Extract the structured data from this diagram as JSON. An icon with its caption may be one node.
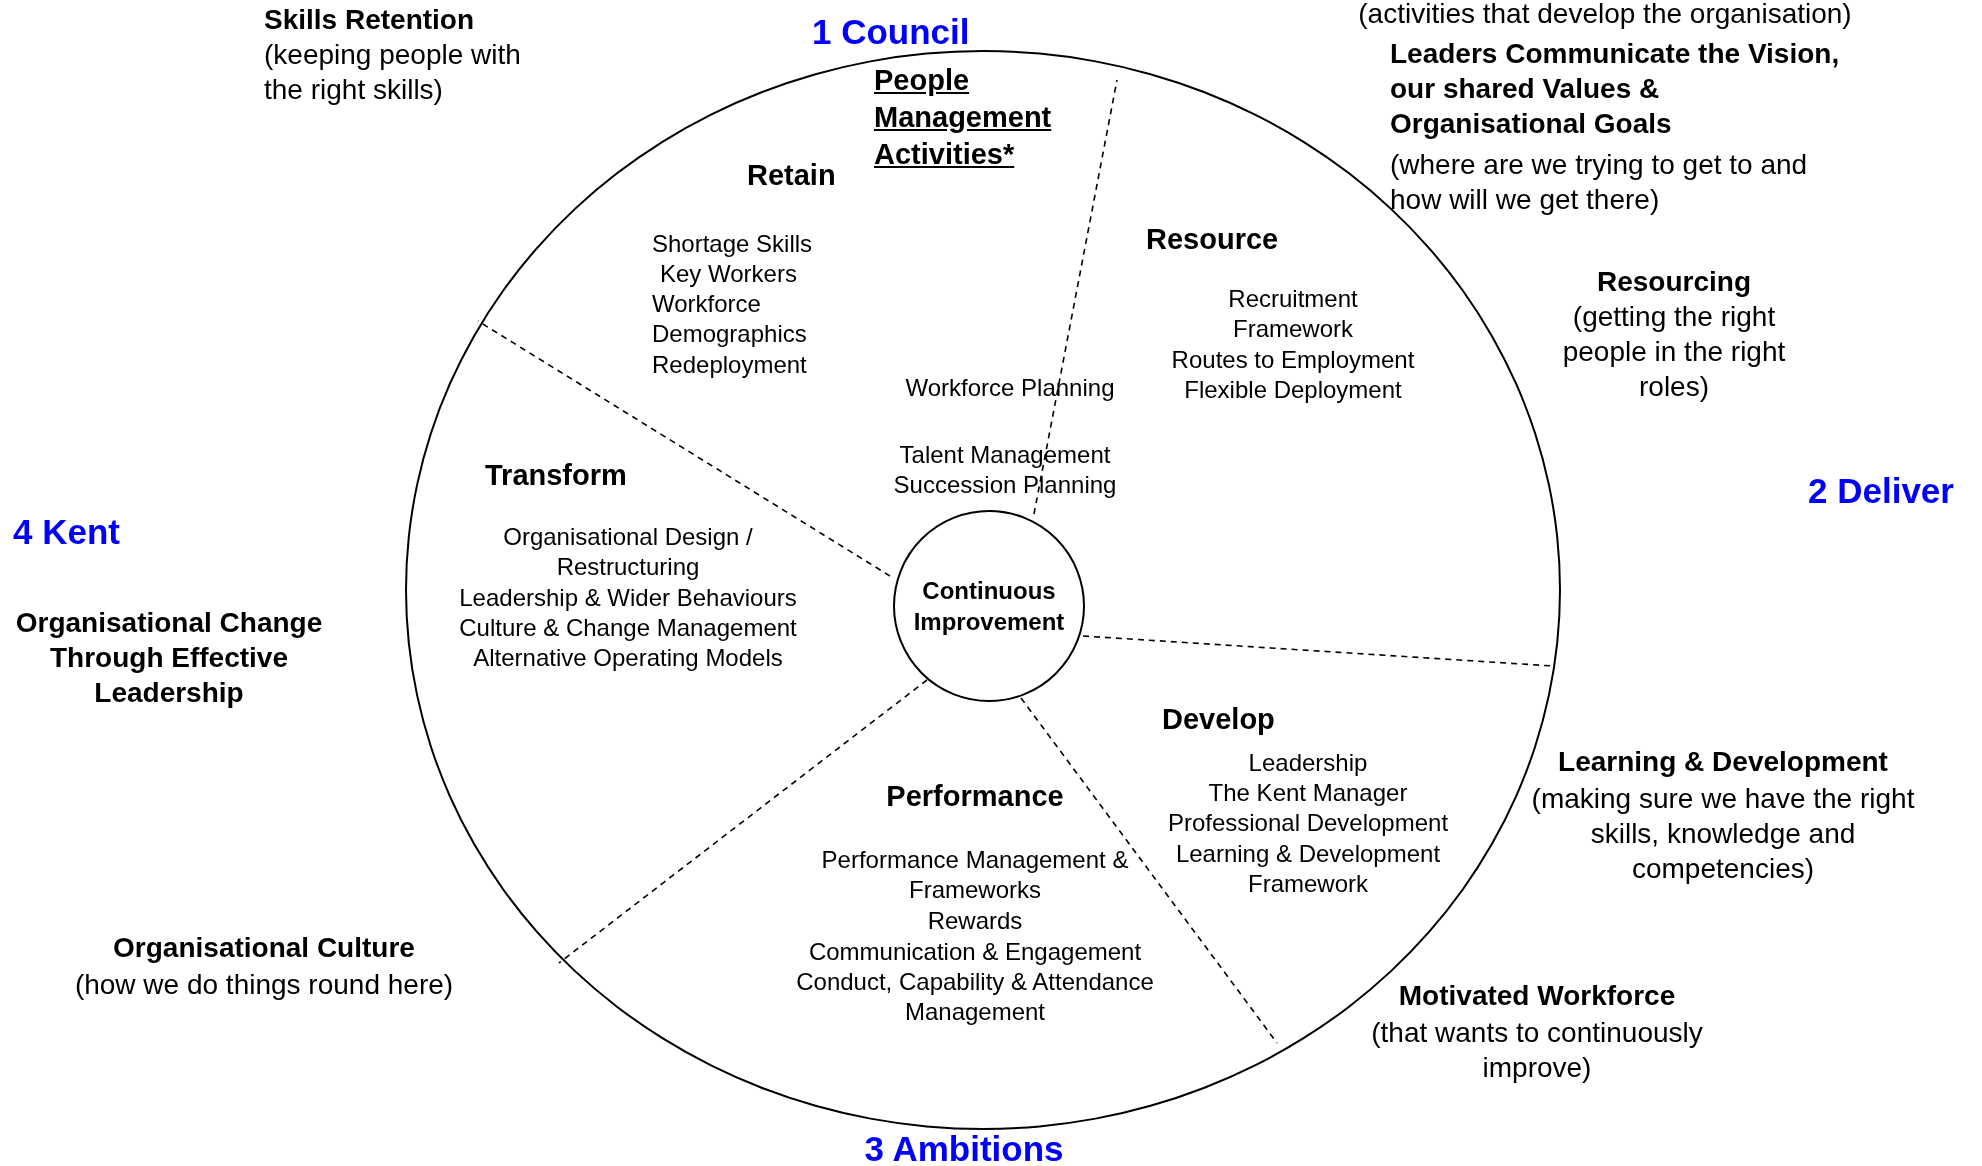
{
  "diagram": {
    "nodes": [
      {
        "text": [
          "People Management Activities*"
        ]
      },
      {
        "text": [
          "Continuous Improvement"
        ],
        "in": 0
      }
    ],
    "labels": [
      "(activities that develop the organisation)",
      "1 Council",
      "Skills Retention",
      "(keeping people with the right skills)",
      "Leaders Communicate the Vision, our shared Values & Organisational Goals",
      "(where are we trying to get to and how will we get there)",
      "Retain",
      "Shortage Skills",
      "Key Workers",
      "Workforce Demographics",
      "Redeployment",
      "Resource",
      "Recruitment Framework",
      "Routes to Employment",
      "Flexible Deployment",
      "Resourcing",
      "(getting the right people in the right roles)",
      "Workforce Planning",
      "Talent Management",
      "Succession Planning",
      "2 Deliver",
      "4 Kent",
      "Transform",
      "Organisational Design / Restructuring",
      "Leadership & Wider Behaviours",
      "Culture & Change Management",
      "Alternative Operating Models",
      "Organisational Change Through Effective Leadership",
      "Develop",
      "Leadership",
      "The Kent Manager",
      "Professional Development",
      "Learning & Development Framework",
      "Learning & Development",
      "(making sure we have the right skills, knowledge and competencies)",
      "Performance",
      "Performance Management & Frameworks",
      "Rewards",
      "Communication & Engagement",
      "Conduct, Capability & Attendance Management",
      "Organisational Culture",
      "(how we do things round here)",
      "Motivated Workforce",
      "(that wants to continuously improve)",
      "3 Ambitions"
    ]
  }
}
